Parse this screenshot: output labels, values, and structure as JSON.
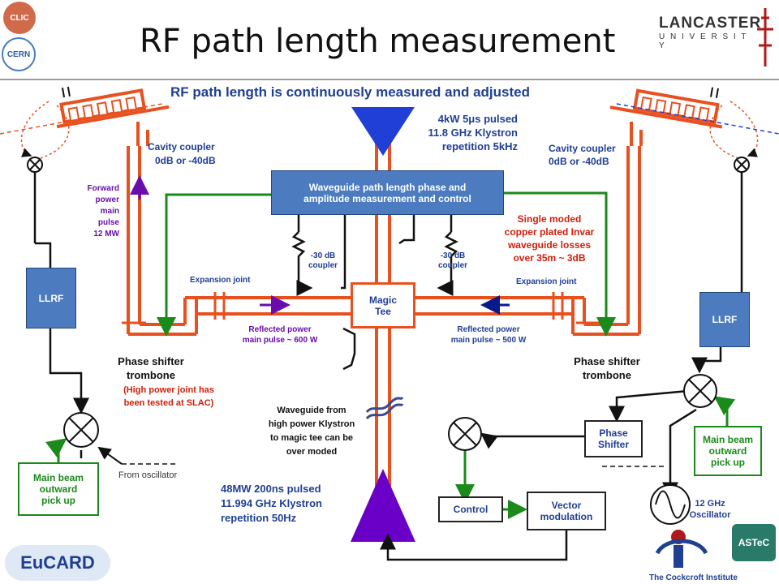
{
  "slide": {
    "title": "RF path length measurement",
    "subtitle": "RF path length is continuously measured and adjusted"
  },
  "logos": {
    "clic": "CLIC",
    "cern": "CERN",
    "lancaster_line1": "LANCASTER",
    "lancaster_line2": "U N I V E R S I T Y",
    "eucard": "EuCARD",
    "astec": "ASTeC",
    "cockcroft": "The Cockcroft Institute"
  },
  "labels": {
    "klystron_4kw": [
      "4kW  5μs pulsed",
      "11.8 GHz  Klystron",
      "repetition 5kHz"
    ],
    "cavity_coupler_left": [
      "Cavity coupler",
      "0dB or -40dB"
    ],
    "cavity_coupler_right": [
      "Cavity coupler",
      "0dB or -40dB"
    ],
    "forward_power": [
      "Forward",
      "power",
      "main",
      "pulse",
      "12 MW"
    ],
    "waveguide_box": [
      "Waveguide path length phase and",
      "amplitude measurement and control"
    ],
    "single_moded": [
      "Single moded",
      "copper plated Invar",
      "waveguide losses",
      "over 35m ~ 3dB"
    ],
    "coupler_left": [
      "-30 dB",
      "coupler"
    ],
    "coupler_right": [
      "-30 dB",
      "coupler"
    ],
    "expansion_left": "Expansion joint",
    "expansion_right": "Expansion joint",
    "magic_tee": [
      "Magic",
      "Tee"
    ],
    "llrf_left": "LLRF",
    "llrf_right": "LLRF",
    "reflected_left": [
      "Reflected power",
      "main pulse ~ 600 W"
    ],
    "reflected_right": [
      "Reflected power",
      "main pulse ~ 500 W"
    ],
    "phase_trombone_left": [
      "Phase shifter",
      "trombone"
    ],
    "slac_note": [
      "(High power joint has",
      "been tested at SLAC)"
    ],
    "phase_trombone_right": [
      "Phase shifter",
      "trombone"
    ],
    "waveguide_from": [
      "Waveguide from",
      "high power Klystron",
      "to magic tee can be",
      "over moded"
    ],
    "phase_shifter": [
      "Phase",
      "Shifter"
    ],
    "main_beam_left": [
      "Main beam",
      "outward",
      "pick up"
    ],
    "main_beam_right": [
      "Main beam",
      "outward",
      "pick up"
    ],
    "from_oscillator": "From oscillator",
    "klystron_48mw": [
      "48MW  200ns pulsed",
      "11.994 GHz  Klystron",
      "repetition 50Hz"
    ],
    "control": "Control",
    "vector_modulation": [
      "Vector",
      "modulation"
    ],
    "oscillator_12ghz": [
      "12 GHz",
      "Oscillator"
    ]
  },
  "colors": {
    "waveguide": "#e8501f",
    "green_line": "#1a8a1a",
    "blue_box": "#4c7cbf",
    "title_blue": "#1f3f93",
    "annotation_red": "#d0200a",
    "purple": "#6a0dad",
    "klystron_top": "#1f3fd6",
    "klystron_bottom": "#6a00c8",
    "navy_arrow": "#0a1a8a"
  }
}
